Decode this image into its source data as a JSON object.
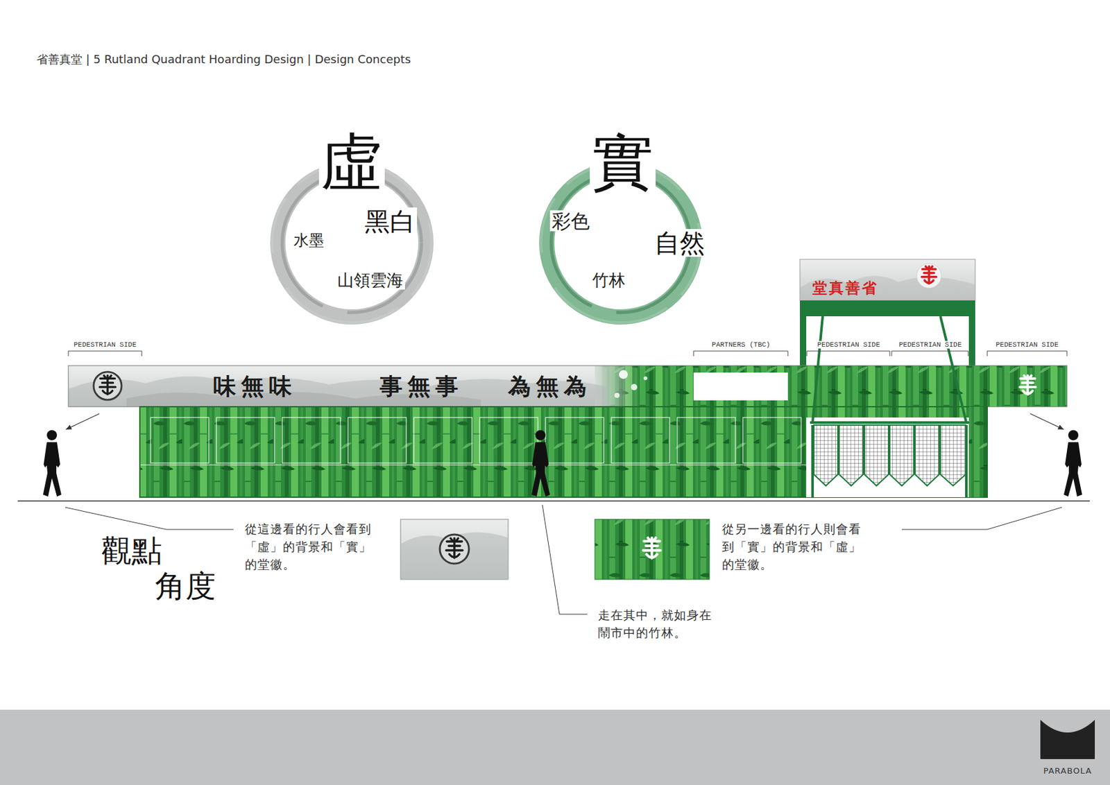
{
  "diagram": {
    "title": "省善真堂 | 5 Rutland Quadrant Hoarding Design | Design Concepts",
    "nodes": [
      {
        "text": [
          "虛",
          "水墨",
          "黑白",
          "山領雲海"
        ]
      },
      {
        "text": [
          "實",
          "彩色",
          "自然",
          "竹林"
        ]
      },
      {
        "text": [
          "堂真善省"
        ]
      },
      {
        "text": [
          "味無味",
          "事無事",
          "為無為"
        ]
      }
    ],
    "labels": [
      "PEDESTRIAN SIDE",
      "PARTNERS (TBC)",
      "PEDESTRIAN SIDE",
      "PEDESTRIAN SIDE",
      "PEDESTRIAN SIDE",
      "觀點",
      "角度",
      "從這邊看的行人會看到「虛」的背景和「實」的堂徽。",
      "從另一邊看的行人則會看到「實」的背景和「虛」的堂徽。",
      "走在其中，就如身在鬧市中的竹林。",
      "PARABOLA"
    ]
  }
}
